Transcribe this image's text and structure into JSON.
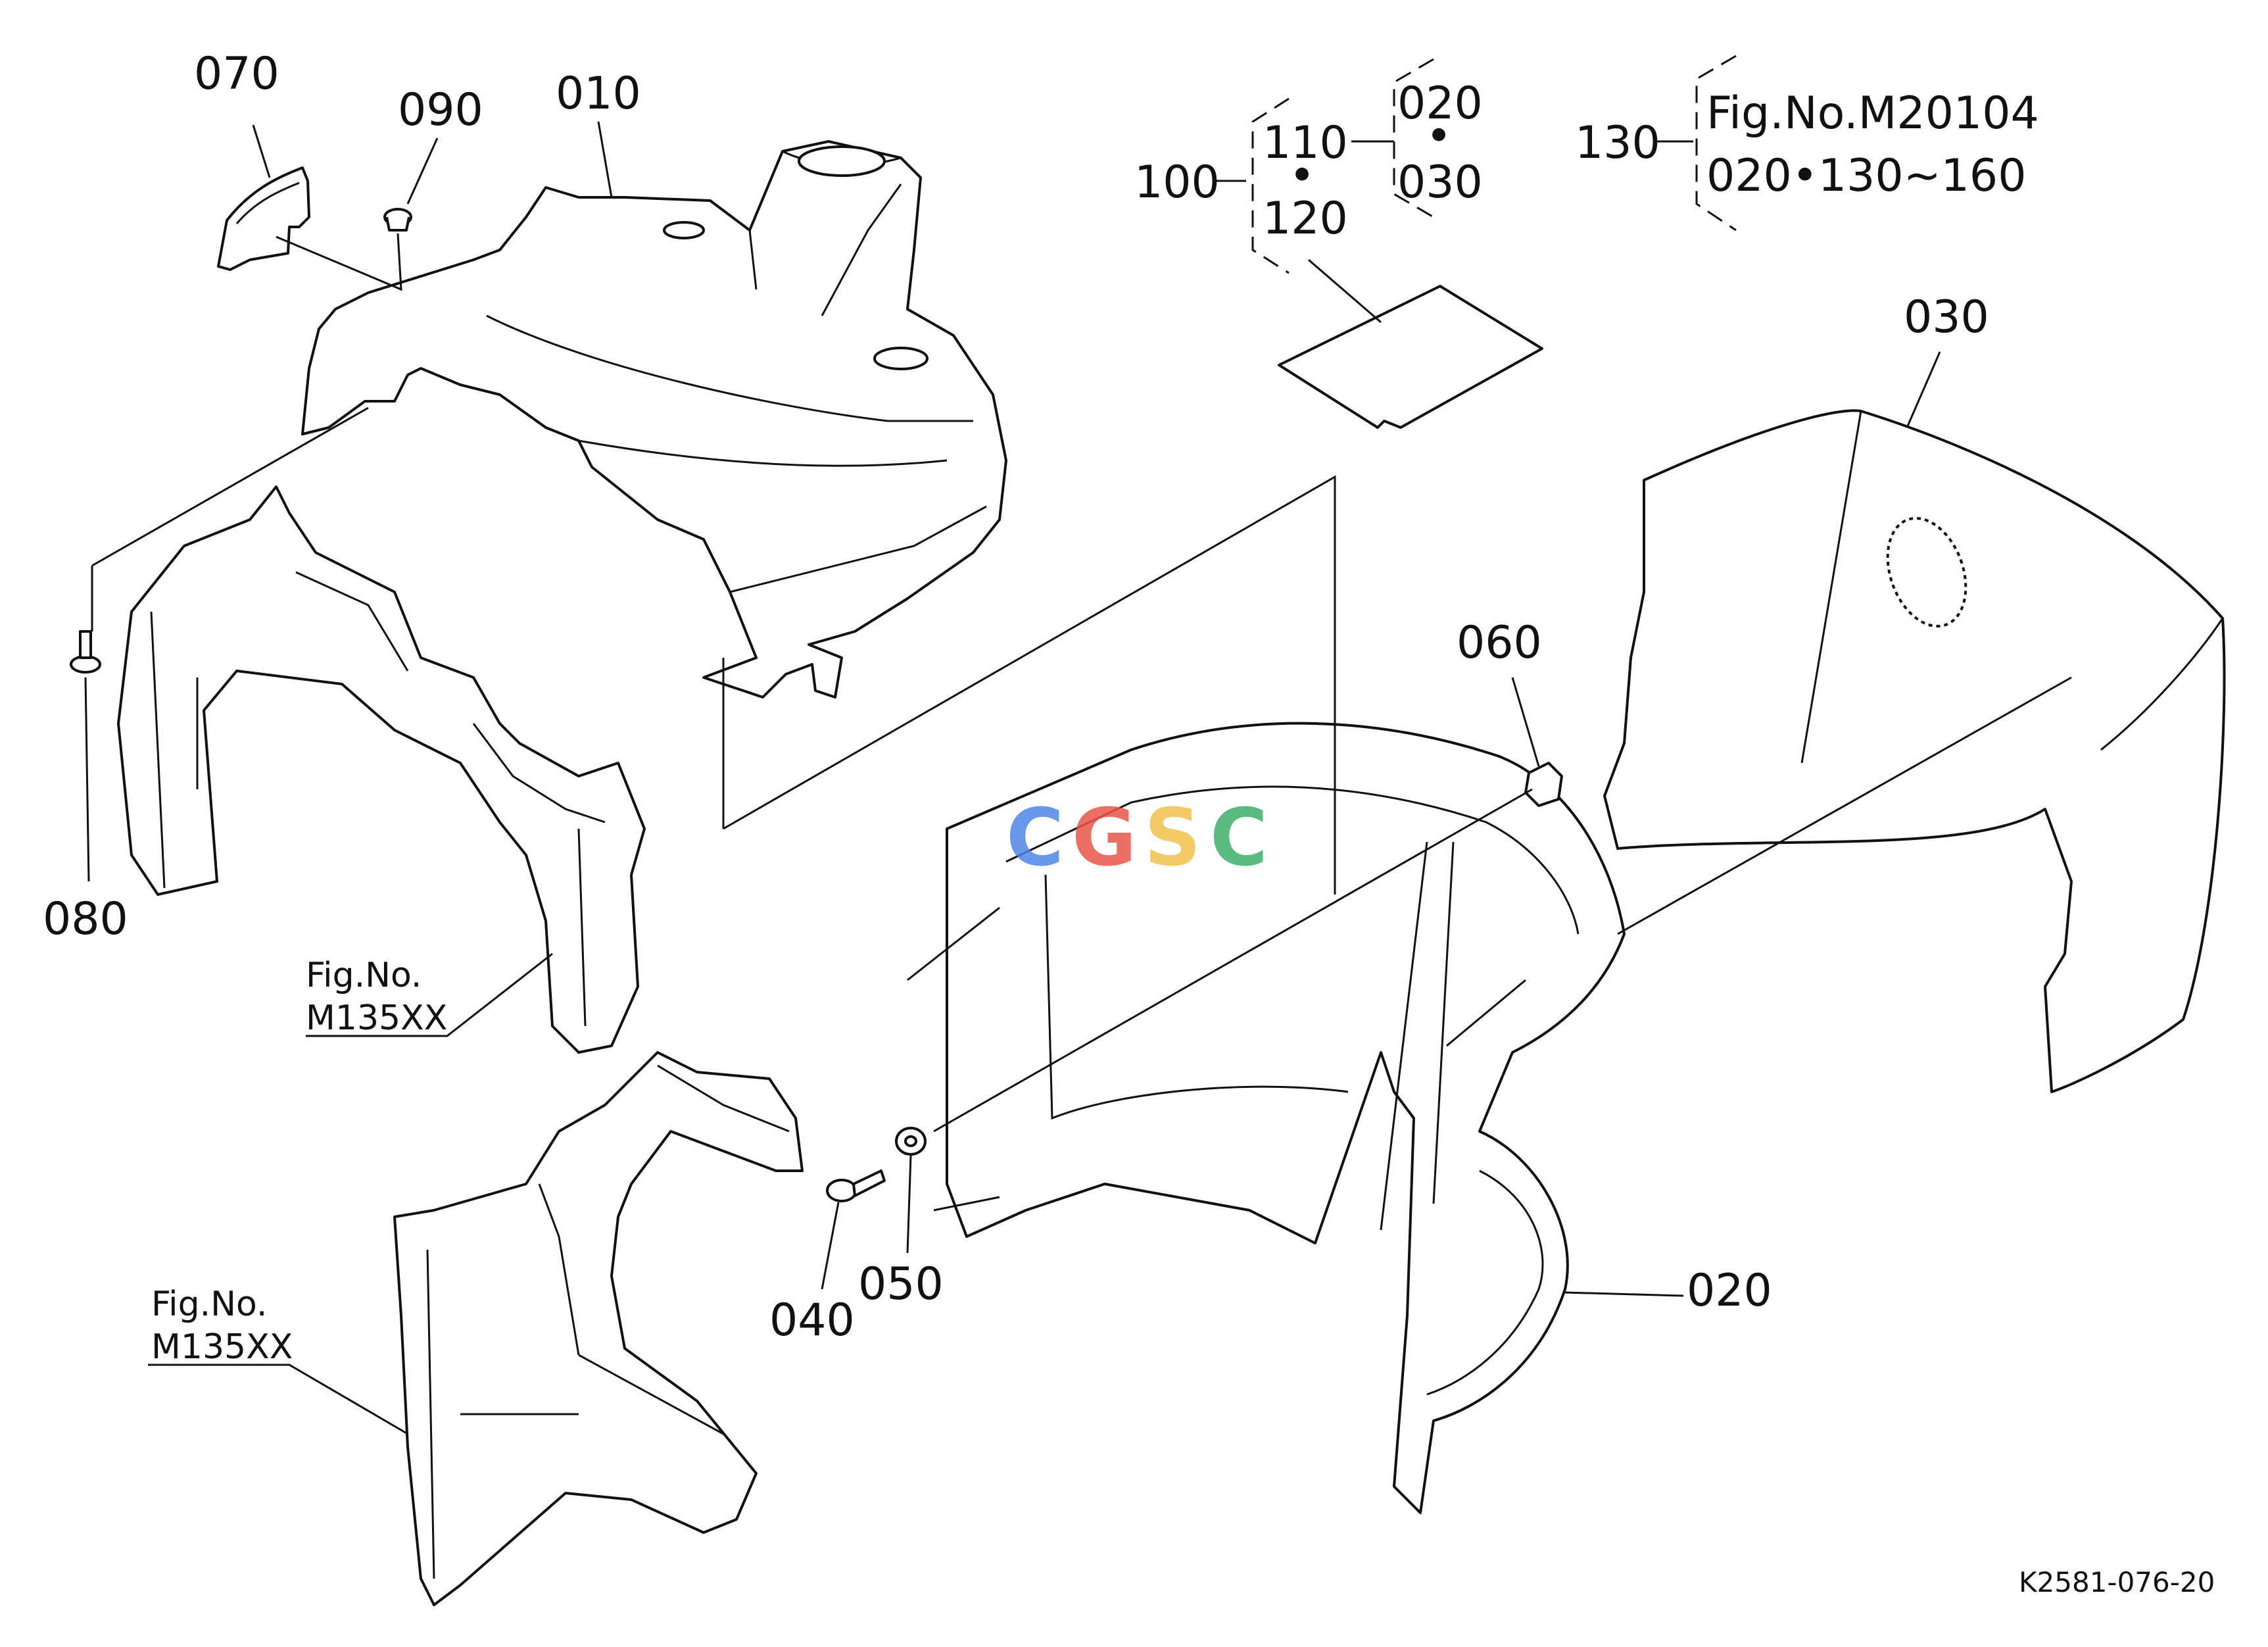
{
  "callouts": {
    "c070": "070",
    "c090": "090",
    "c010": "010",
    "c080": "080",
    "c100": "100",
    "c110": "110",
    "c120": "120",
    "c020a": "020",
    "c030a": "030",
    "c130": "130",
    "c030": "030",
    "c060": "060",
    "c040": "040",
    "c050": "050",
    "c020": "020"
  },
  "dot": "•",
  "ref_top": {
    "fig": "Fig.No.M20104",
    "parts": "020•130∼160"
  },
  "ref_frame_upper": {
    "line1": "Fig.No.",
    "line2": "M135XX"
  },
  "ref_frame_lower": {
    "line1": "Fig.No.",
    "line2": "M135XX"
  },
  "watermark": {
    "letters": [
      "C",
      "G",
      "S",
      "C"
    ],
    "colors": [
      "#4f86e6",
      "#e8564a",
      "#f2c14e",
      "#3fae6a"
    ]
  },
  "drawing_number": "K2581-076-20"
}
